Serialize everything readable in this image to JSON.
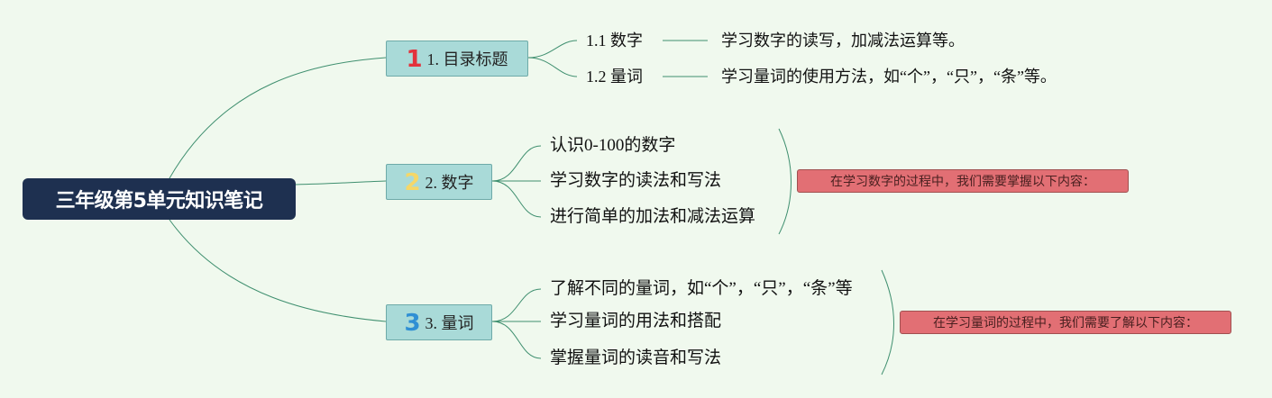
{
  "root": {
    "title": "三年级第5单元知识笔记"
  },
  "branches": [
    {
      "number": "1",
      "label": "1. 目录标题",
      "children": [
        {
          "label": "1.1 数字",
          "detail": "学习数字的读写，加减法运算等。"
        },
        {
          "label": "1.2 量词",
          "detail": "学习量词的使用方法，如“个”，“只”，“条”等。"
        }
      ]
    },
    {
      "number": "2",
      "label": "2. 数字",
      "children": [
        {
          "label": "认识0-100的数字"
        },
        {
          "label": "学习数字的读法和写法"
        },
        {
          "label": "进行简单的加法和减法运算"
        }
      ],
      "summary": "在学习数字的过程中，我们需要掌握以下内容："
    },
    {
      "number": "3",
      "label": "3. 量词",
      "children": [
        {
          "label": "了解不同的量词，如“个”，“只”，“条”等"
        },
        {
          "label": "学习量词的用法和搭配"
        },
        {
          "label": "掌握量词的读音和写法"
        }
      ],
      "summary": "在学习量词的过程中，我们需要了解以下内容："
    }
  ],
  "colors": {
    "background": "#f0f9ee",
    "root": "#1e3050",
    "branch": "#a9dad8",
    "connector": "#3f8f6f",
    "summary": "#e26f74",
    "icon1": "#e3323c",
    "icon2": "#f5d768",
    "icon3": "#2f8fd4"
  }
}
